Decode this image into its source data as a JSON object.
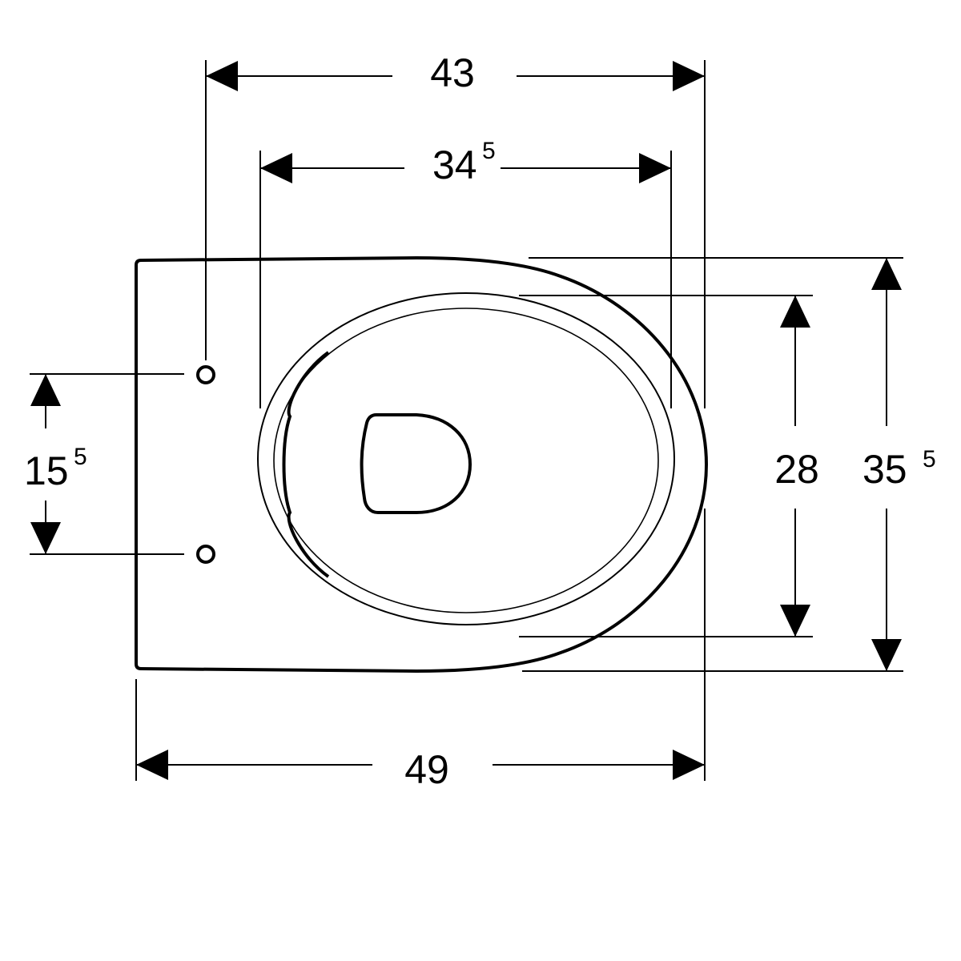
{
  "title": "Wall-hung WC top view dimension drawing",
  "dimensions": {
    "overall_width_top": {
      "main": "43",
      "sup": ""
    },
    "inner_width": {
      "main": "34",
      "sup": "5"
    },
    "bottom_length": {
      "main": "49",
      "sup": ""
    },
    "fixing_hole_spacing": {
      "main": "15",
      "sup": "5"
    },
    "bowl_opening_depth": {
      "main": "28",
      "sup": ""
    },
    "overall_depth": {
      "main": "35",
      "sup": "5"
    }
  },
  "colors": {
    "line": "#000000",
    "background": "#ffffff"
  }
}
